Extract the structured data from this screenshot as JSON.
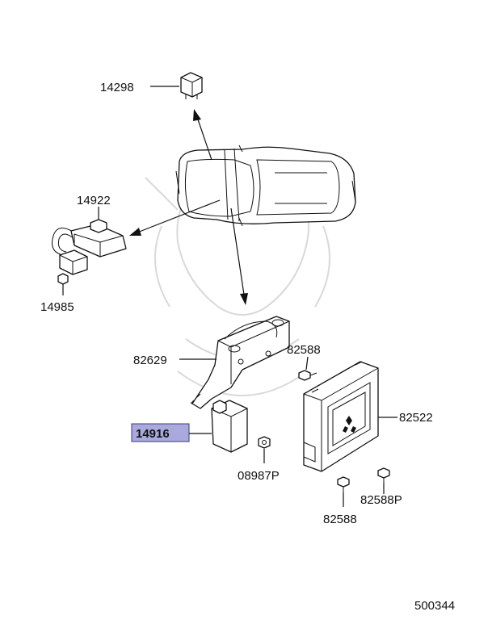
{
  "diagram": {
    "part_numbers": {
      "relay_top": "14298",
      "sensor_harness": "14922",
      "sensor_nut": "14985",
      "bracket": "82629",
      "bolt_upper": "82588",
      "control_unit": "82522",
      "relay_unit": "14916",
      "nut_small": "08987P",
      "bolt_lower": "82588",
      "bolt_right": "82588P"
    },
    "highlighted_part": "14916",
    "highlight_color": "#a9a9dd",
    "diagram_number": "500344"
  }
}
